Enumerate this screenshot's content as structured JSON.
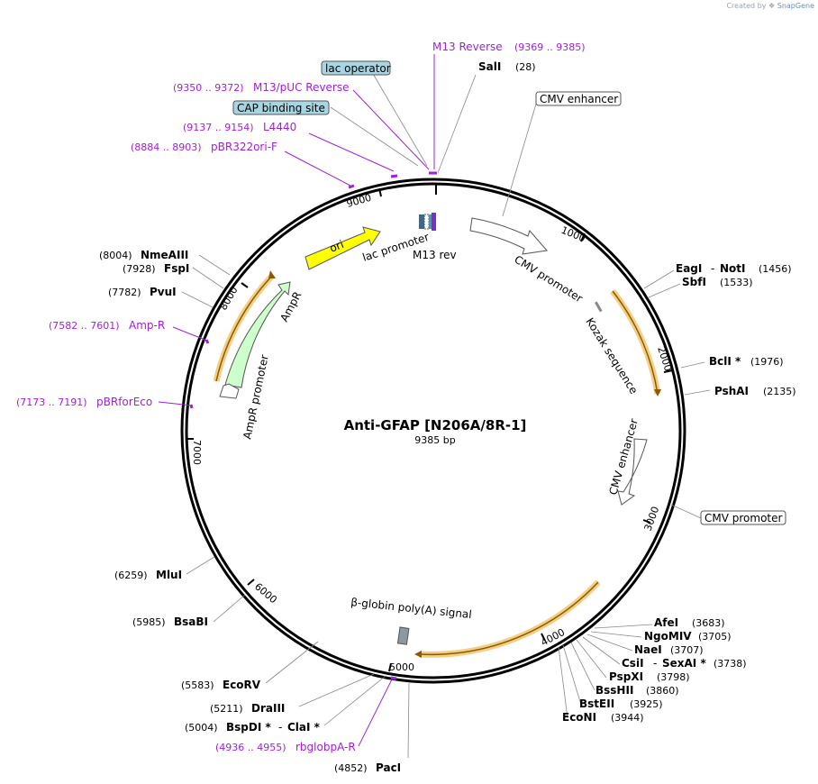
{
  "credit": {
    "prefix": "Created by",
    "brand": "SnapGene"
  },
  "plasmid": {
    "name": "Anti-GFAP [N206A/8R-1]",
    "length": "9385 bp"
  },
  "colors": {
    "primer": "#a020d8",
    "backbone": "#000000",
    "ori": "#ffff00",
    "ampr": "#ccffcc",
    "orf_highlight": "#f2c66d",
    "box": "#a8d5e2"
  },
  "ticks": [
    "1000",
    "2000",
    "3000",
    "4000",
    "5000",
    "6000",
    "7000",
    "8000",
    "9000"
  ],
  "enzymes": [
    {
      "name": "SalI",
      "pos": "(28)"
    },
    {
      "name": "EagI",
      "sep": "-",
      "name2": "NotI",
      "pos": "(1456)"
    },
    {
      "name": "SbfI",
      "pos": "(1533)"
    },
    {
      "name": "BclI *",
      "pos": "(1976)"
    },
    {
      "name": "PshAI",
      "pos": "(2135)"
    },
    {
      "name": "AfeI",
      "pos": "(3683)"
    },
    {
      "name": "NgoMIV",
      "pos": "(3705)"
    },
    {
      "name": "NaeI",
      "pos": "(3707)"
    },
    {
      "name": "CsiI",
      "sep": "-",
      "name2": "SexAI *",
      "pos": "(3738)"
    },
    {
      "name": "PspXI",
      "pos": "(3798)"
    },
    {
      "name": "BssHII",
      "pos": "(3860)"
    },
    {
      "name": "BstEII",
      "pos": "(3925)"
    },
    {
      "name": "EcoNI",
      "pos": "(3944)"
    },
    {
      "name": "PacI",
      "pos": "(4852)"
    },
    {
      "name": "BspDI *",
      "sep": "-",
      "name2": "ClaI *",
      "pos": "(5004)"
    },
    {
      "name": "DraIII",
      "pos": "(5211)"
    },
    {
      "name": "EcoRV",
      "pos": "(5583)"
    },
    {
      "name": "BsaBI",
      "pos": "(5985)"
    },
    {
      "name": "MluI",
      "pos": "(6259)"
    },
    {
      "name": "PvuI",
      "pos": "(7782)"
    },
    {
      "name": "FspI",
      "pos": "(7928)"
    },
    {
      "name": "NmeAIII",
      "pos": "(8004)"
    }
  ],
  "primers": [
    {
      "name": "M13 Reverse",
      "range": "(9369 .. 9385)"
    },
    {
      "name": "M13/pUC Reverse",
      "range": "(9350 .. 9372)"
    },
    {
      "name": "L4440",
      "range": "(9137 .. 9154)"
    },
    {
      "name": "pBR322ori-F",
      "range": "(8884 .. 8903)"
    },
    {
      "name": "Amp-R",
      "range": "(7582 .. 7601)"
    },
    {
      "name": "pBRforEco",
      "range": "(7173 .. 7191)"
    },
    {
      "name": "rbglobpA-R",
      "range": "(4936 .. 4955)"
    }
  ],
  "boxed": [
    {
      "name": "lac operator"
    },
    {
      "name": "CAP binding site"
    },
    {
      "name": "CMV enhancer"
    },
    {
      "name": "CMV promoter"
    }
  ],
  "features": {
    "ori": "ori",
    "lac_promoter": "lac promoter",
    "m13_rev": "M13 rev",
    "ampr": "AmpR",
    "ampr_promoter": "AmpR promoter",
    "cmv_promoter": "CMV promoter",
    "kozak": "Kozak sequence",
    "cmv_enhancer": "CMV enhancer",
    "polya": "β-globin poly(A) signal"
  }
}
